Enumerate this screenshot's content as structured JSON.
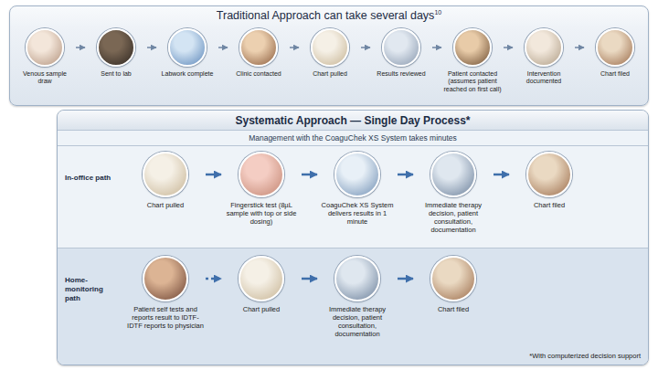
{
  "diagram": {
    "nodes": [
      {
        "text": [
          "Traditional Approach can take several days",
          "10"
        ]
      },
      {
        "text": [
          "Venous sample draw"
        ],
        "in": 0
      },
      {
        "text": [
          "Sent to lab"
        ],
        "in": 0
      },
      {
        "text": [
          "Labwork complete"
        ],
        "in": 0
      },
      {
        "text": [
          "Clinic contacted"
        ],
        "in": 0
      },
      {
        "text": [
          "Chart pulled"
        ],
        "in": 0
      },
      {
        "text": [
          "Results reviewed"
        ],
        "in": 0
      },
      {
        "text": [
          "Patient contacted (assumes patient reached on first call)"
        ],
        "in": 0
      },
      {
        "text": [
          "Intervention documented"
        ],
        "in": 0
      },
      {
        "text": [
          "Chart filed"
        ],
        "in": 0
      },
      {
        "text": [
          "Systematic Approach — Single Day Process*",
          "Management with the CoaguChek XS System takes minutes"
        ]
      },
      {
        "text": [
          "In-office path"
        ],
        "in": 10
      },
      {
        "text": [
          "Chart pulled"
        ],
        "in": 11
      },
      {
        "text": [
          "Fingerstick test (8µL sample with top or side dosing)"
        ],
        "in": 11
      },
      {
        "text": [
          "CoaguChek XS System delivers results in 1 minute"
        ],
        "in": 11
      },
      {
        "text": [
          "Immediate therapy decision, patient consultation, documentation"
        ],
        "in": 11
      },
      {
        "text": [
          "Chart filed"
        ],
        "in": 11
      },
      {
        "text": [
          "Home-monitoring path"
        ],
        "in": 10
      },
      {
        "text": [
          "Patient self tests and reports result to IDTF- IDTF reports to physician"
        ],
        "in": 17
      },
      {
        "text": [
          "Chart pulled"
        ],
        "in": 17
      },
      {
        "text": [
          "Immediate therapy decision, patient consultation, documentation"
        ],
        "in": 17
      },
      {
        "text": [
          "Chart filed"
        ],
        "in": 17
      }
    ],
    "edges": [
      {
        "from": 1,
        "to": 2,
        "arrow": "to"
      },
      {
        "from": 2,
        "to": 3,
        "arrow": "to"
      },
      {
        "from": 3,
        "to": 4,
        "arrow": "to"
      },
      {
        "from": 4,
        "to": 5,
        "arrow": "to"
      },
      {
        "from": 5,
        "to": 6,
        "arrow": "to"
      },
      {
        "from": 6,
        "to": 7,
        "arrow": "to"
      },
      {
        "from": 7,
        "to": 8,
        "arrow": "to"
      },
      {
        "from": 8,
        "to": 9,
        "arrow": "to"
      },
      {
        "from": 12,
        "to": 13,
        "arrow": "to"
      },
      {
        "from": 13,
        "to": 14,
        "arrow": "to"
      },
      {
        "from": 14,
        "to": 15,
        "arrow": "to"
      },
      {
        "from": 15,
        "to": 16,
        "arrow": "to"
      },
      {
        "from": 18,
        "to": 19,
        "arrow": "to"
      },
      {
        "from": 19,
        "to": 20,
        "arrow": "to"
      },
      {
        "from": 20,
        "to": 21,
        "arrow": "to"
      }
    ],
    "labels": [
      "*With computerized decision support"
    ]
  }
}
